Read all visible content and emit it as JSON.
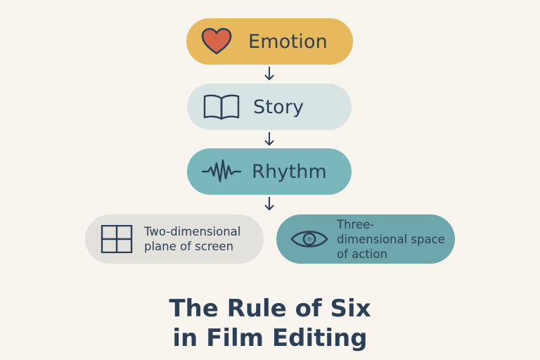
{
  "steps": {
    "emotion": {
      "label": "Emotion",
      "icon": "heart-icon"
    },
    "story": {
      "label": "Story",
      "icon": "book-icon"
    },
    "rhythm": {
      "label": "Rhythm",
      "icon": "waveform-icon"
    },
    "plane": {
      "line1": "Two-dimensional",
      "line2": "plane of screen",
      "icon": "grid-icon"
    },
    "space": {
      "line1": "Three-",
      "line2": "dimensional space",
      "line3": "of action",
      "icon": "eye-icon"
    }
  },
  "title": {
    "line1": "The Rule of Six",
    "line2": "in Film Editing"
  },
  "colors": {
    "background": "#f8f5ef",
    "emotion": "#e8b95c",
    "heart": "#d6664a",
    "story": "#d8e3e4",
    "rhythm": "#79b7bd",
    "plane": "#e3e1dc",
    "space": "#6ea7ab",
    "text": "#2b3f57"
  }
}
